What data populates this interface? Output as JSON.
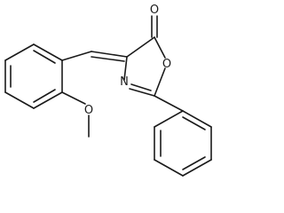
{
  "molecule": {
    "atoms": [
      {
        "id": "o_carbonyl",
        "label": "O"
      },
      {
        "id": "o_ring",
        "label": "O"
      },
      {
        "id": "n_ring",
        "label": "N"
      },
      {
        "id": "o_methoxy",
        "label": "O"
      }
    ]
  }
}
